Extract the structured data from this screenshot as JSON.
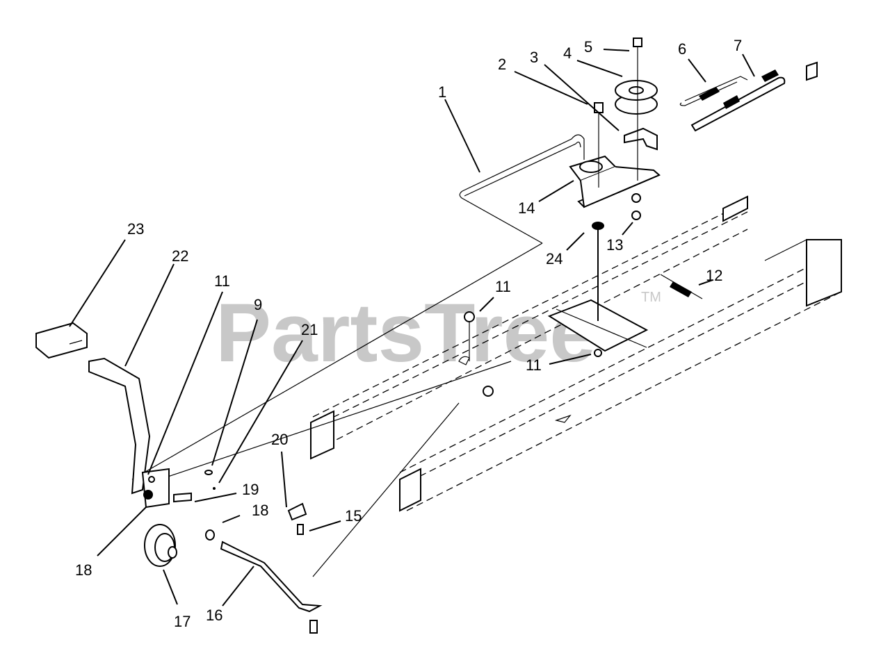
{
  "diagram": {
    "watermark": "PartsTree",
    "watermark_mark": "TM",
    "callouts": {
      "c1": "1",
      "c2": "2",
      "c3": "3",
      "c4": "4",
      "c5": "5",
      "c6": "6",
      "c7": "7",
      "c9": "9",
      "c11a": "11",
      "c11b": "11",
      "c11c": "11",
      "c12": "12",
      "c13": "13",
      "c14": "14",
      "c15": "15",
      "c16": "16",
      "c17": "17",
      "c18a": "18",
      "c18b": "18",
      "c19": "19",
      "c20": "20",
      "c21": "21",
      "c22": "22",
      "c23": "23",
      "c24": "24"
    }
  }
}
